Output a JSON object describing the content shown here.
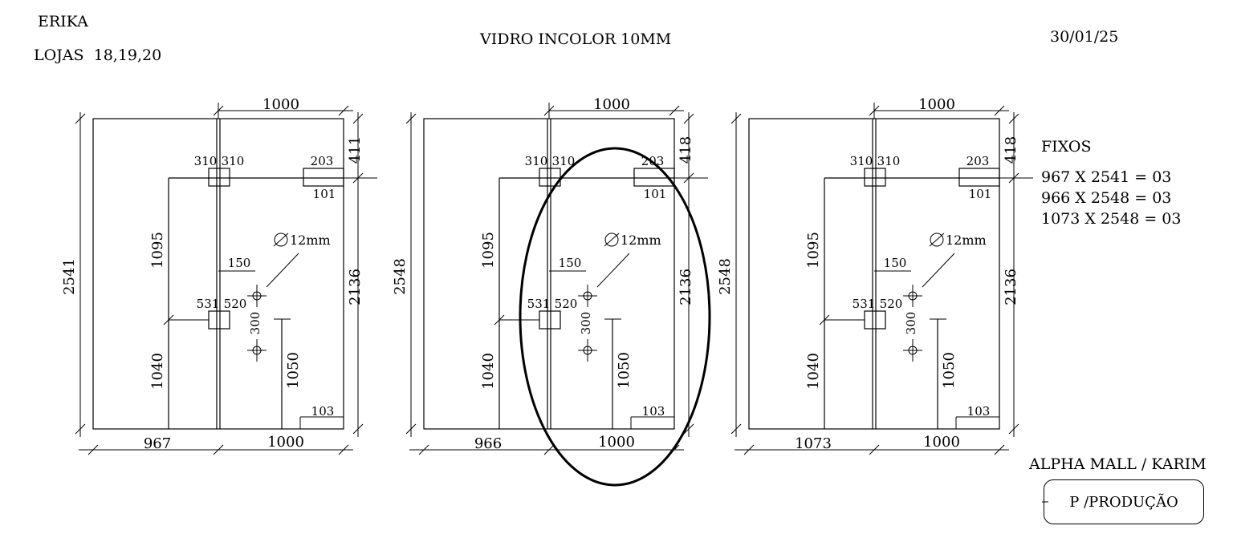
{
  "header": {
    "client": "ERIKA",
    "stores": "LOJAS  18,19,20",
    "material": "VIDRO INCOLOR 10MM",
    "date": "30/01/25"
  },
  "panels": [
    {
      "fixed_width": "967",
      "door_width": "1000",
      "top_width": "1000",
      "total_height": "2541",
      "fixed_height": "411",
      "door_height": "2136",
      "upper_to_lock": "1095",
      "lower_to_floor": "1040",
      "hinge_top_a": "310",
      "hinge_top_b": "310",
      "hinge_bot_a": "531",
      "hinge_bot_b": "520",
      "top_patch_w": "203",
      "top_patch_h": "101",
      "bottom_patch": "103",
      "handle_offset": "150",
      "hole_spacing": "300",
      "handle_height": "1050",
      "hole_diameter": "12mm"
    },
    {
      "fixed_width": "966",
      "door_width": "1000",
      "top_width": "1000",
      "total_height": "2548",
      "fixed_height": "418",
      "door_height": "2136",
      "upper_to_lock": "1095",
      "lower_to_floor": "1040",
      "hinge_top_a": "310",
      "hinge_top_b": "310",
      "hinge_bot_a": "531",
      "hinge_bot_b": "520",
      "top_patch_w": "203",
      "top_patch_h": "101",
      "bottom_patch": "103",
      "handle_offset": "150",
      "hole_spacing": "300",
      "handle_height": "1050",
      "hole_diameter": "12mm"
    },
    {
      "fixed_width": "1073",
      "door_width": "1000",
      "top_width": "1000",
      "total_height": "2548",
      "fixed_height": "418",
      "door_height": "2136",
      "upper_to_lock": "1095",
      "lower_to_floor": "1040",
      "hinge_top_a": "310",
      "hinge_top_b": "310",
      "hinge_bot_a": "531",
      "hinge_bot_b": "520",
      "top_patch_w": "203",
      "top_patch_h": "101",
      "bottom_patch": "103",
      "handle_offset": "150",
      "hole_spacing": "300",
      "handle_height": "1050",
      "hole_diameter": "12mm"
    }
  ],
  "fixed_panels": {
    "title": "FIXOS",
    "lines": [
      "967 X 2541 = 03",
      "966 X 2548 = 03",
      "1073 X 2548 = 03"
    ]
  },
  "footer": {
    "project": "ALPHA MALL / KARIM",
    "stamp": "P /PRODUÇÃO"
  },
  "highlight": {
    "panel_index": 1
  }
}
